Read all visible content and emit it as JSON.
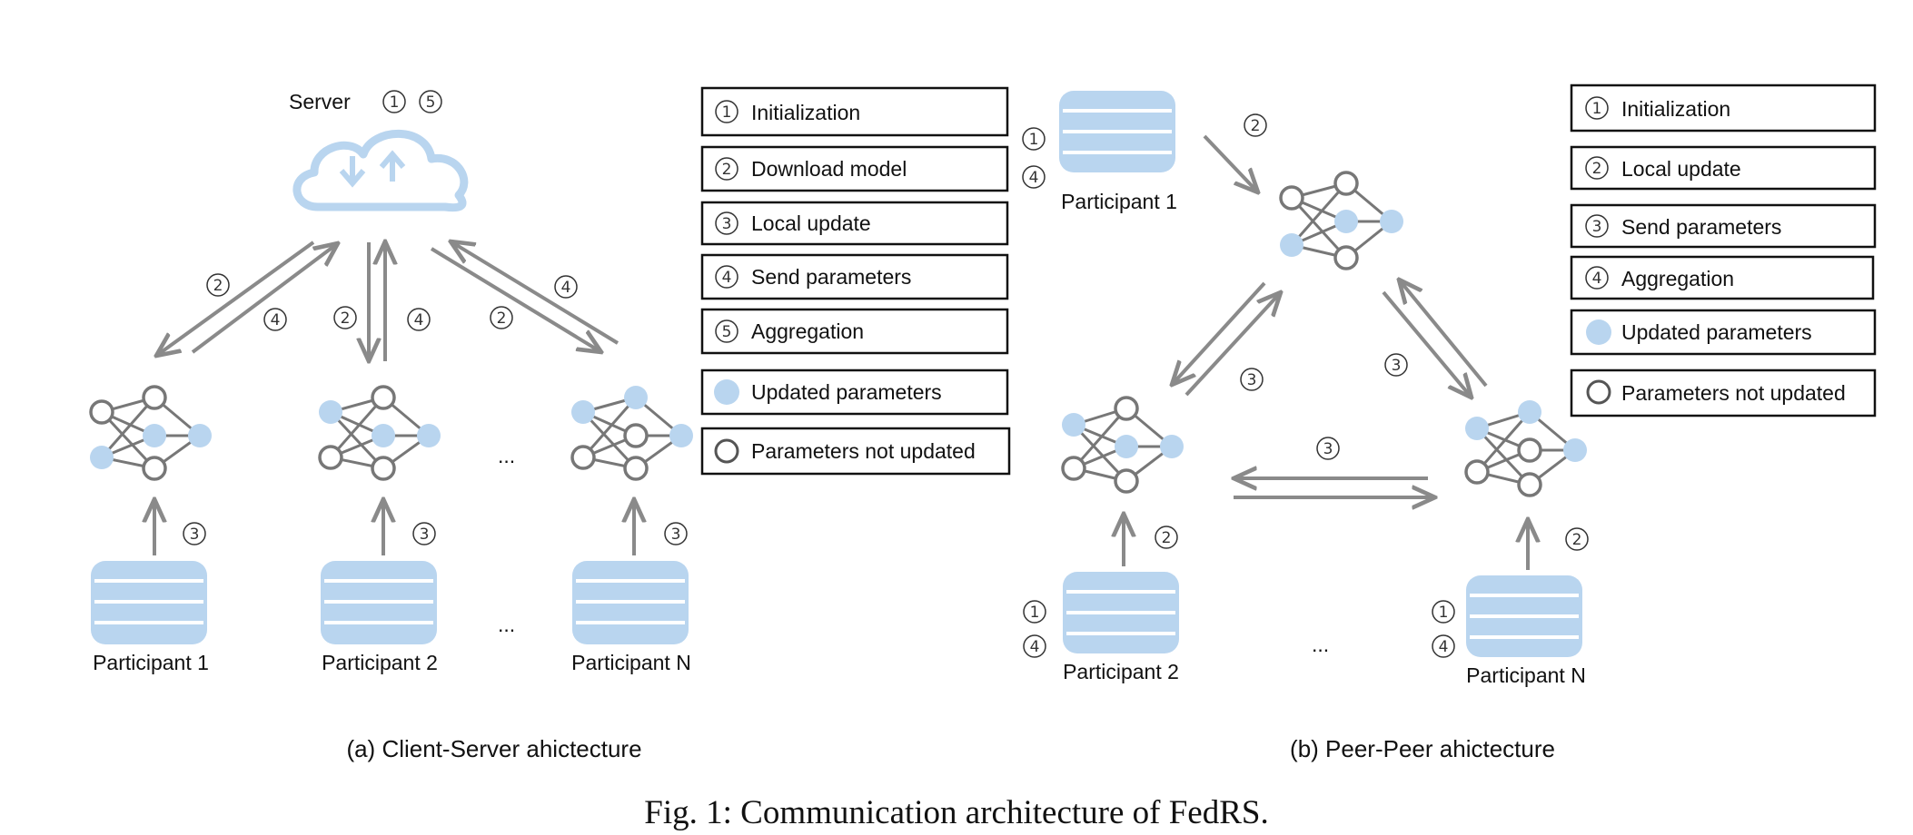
{
  "left": {
    "server": {
      "label": "Server",
      "steps": [
        "1",
        "5"
      ]
    },
    "arrow_steps": {
      "a": "2",
      "b": "4",
      "c": "2",
      "d": "4",
      "e": "2",
      "f": "4"
    },
    "local_step": "3",
    "participants": [
      "Participant 1",
      "Participant 2",
      "Participant N"
    ],
    "ellipsis": "...",
    "legend": [
      {
        "num": "1",
        "text": "Initialization"
      },
      {
        "num": "2",
        "text": "Download model"
      },
      {
        "num": "3",
        "text": "Local update"
      },
      {
        "num": "4",
        "text": "Send parameters"
      },
      {
        "num": "5",
        "text": "Aggregation"
      },
      {
        "marker": "filled-circle",
        "text": "Updated parameters"
      },
      {
        "marker": "open-circle",
        "text": "Parameters not updated"
      }
    ],
    "caption": "(a) Client-Server ahictecture"
  },
  "right": {
    "participants": [
      "Participant 1",
      "Participant 2",
      "Participant N"
    ],
    "db_steps": [
      "1",
      "4"
    ],
    "step_local": "2",
    "step_send": "3",
    "ellipsis": "...",
    "legend": [
      {
        "num": "1",
        "text": "Initialization"
      },
      {
        "num": "2",
        "text": "Local update"
      },
      {
        "num": "3",
        "text": "Send parameters"
      },
      {
        "num": "4",
        "text": "Aggregation"
      },
      {
        "marker": "filled-circle",
        "text": "Updated parameters"
      },
      {
        "marker": "open-circle",
        "text": "Parameters not updated"
      }
    ],
    "caption": "(b) Peer-Peer ahictecture"
  },
  "figure_caption": "Fig. 1: Communication architecture of FedRS.",
  "colors": {
    "accent": "#b9d5ef",
    "arrow": "#8a8a8a",
    "outline": "#777777"
  }
}
